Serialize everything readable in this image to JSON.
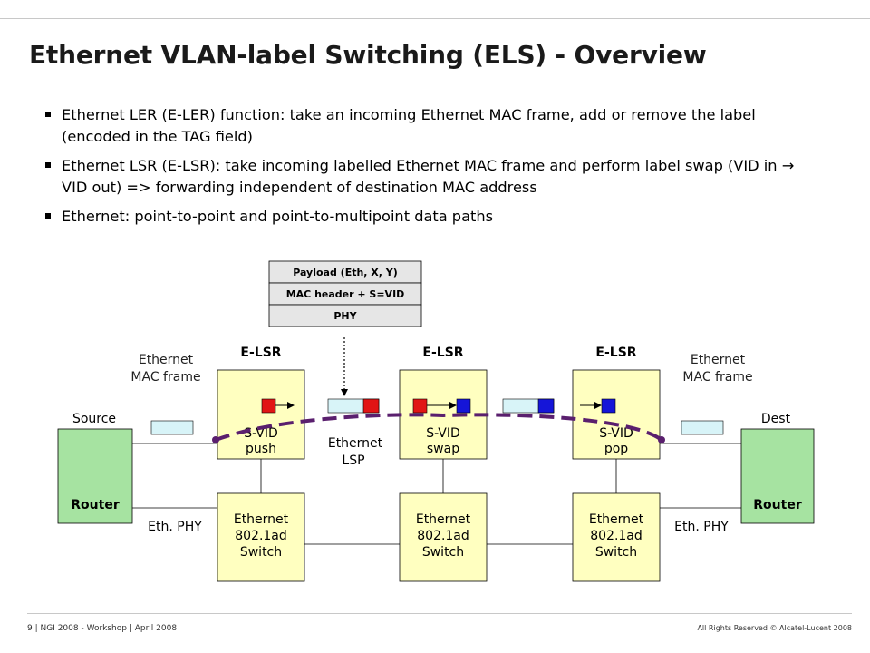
{
  "title": "Ethernet VLAN-label Switching (ELS) - Overview",
  "bullets": [
    "Ethernet LER (E-LER) function: take an incoming Ethernet MAC frame, add or remove the label (encoded in the TAG field)",
    "Ethernet LSR (E-LSR): take incoming labelled Ethernet MAC frame and perform label swap (VID in → VID out) => forwarding independent of destination MAC address",
    "Ethernet: point-to-point and point-to-multipoint data paths"
  ],
  "diagram": {
    "stack": [
      "Payload (Eth, X, Y)",
      "MAC header + S=VID",
      "PHY"
    ],
    "lsr_heading": "E-LSR",
    "lsr_nodes": [
      {
        "heading": "E-LSR",
        "line1": "S-VID",
        "line2": "push"
      },
      {
        "heading": "E-LSR",
        "line1": "S-VID",
        "line2": "swap"
      },
      {
        "heading": "E-LSR",
        "line1": "S-VID",
        "line2": "pop"
      }
    ],
    "switch_line1": "Ethernet",
    "switch_line2": "802.1ad",
    "switch_line3": "Switch",
    "router_label": "Router",
    "source_label": "Source",
    "dest_label": "Dest",
    "mac_frame_line1": "Ethernet",
    "mac_frame_line2": "MAC frame",
    "phy_label": "Eth. PHY",
    "lsp_line1": "Ethernet",
    "lsp_line2": "LSP",
    "colors": {
      "node_fill": "#ffffc0",
      "router_fill": "#a6e3a1",
      "frame_fill": "#d8f4f8",
      "label_red": "#e11515",
      "label_blue": "#1515d8",
      "lsp_dash": "#5a1f6e",
      "stack_fill": "#e6e6e6"
    }
  },
  "footer": {
    "left": "9 | NGI 2008 - Workshop | April 2008",
    "right": "All Rights Reserved © Alcatel-Lucent 2008"
  }
}
